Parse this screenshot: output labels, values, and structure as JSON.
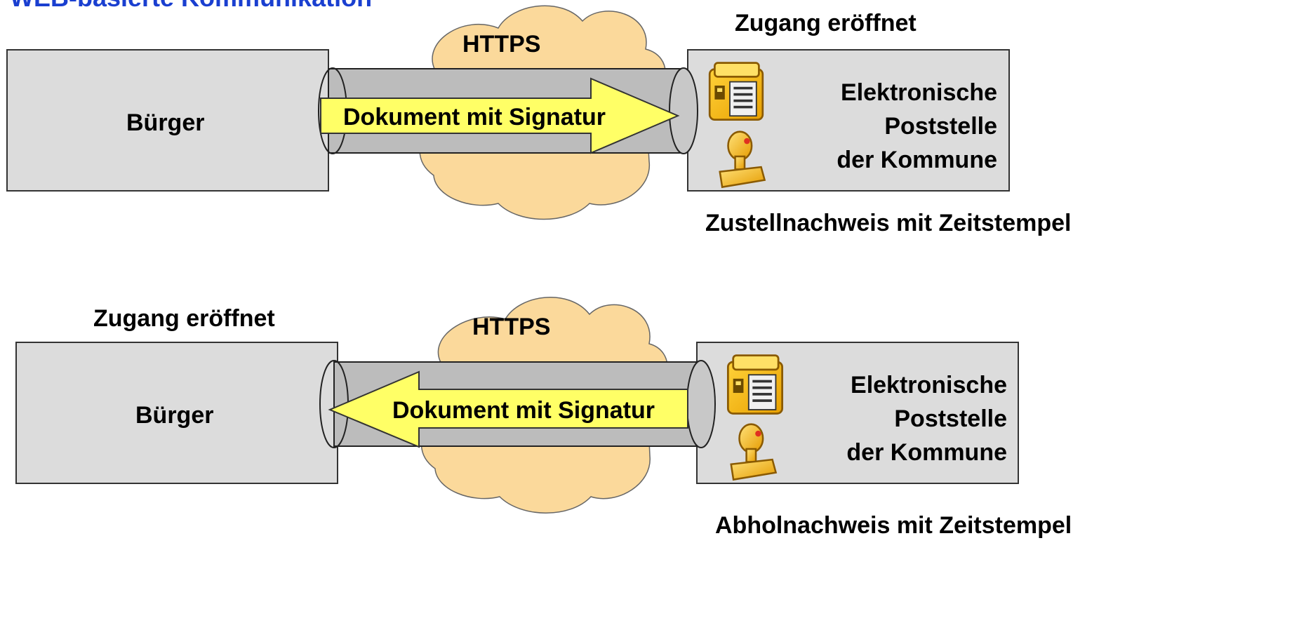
{
  "title": "WEB-basierte Kommunikation",
  "colors": {
    "box_fill": "#dcdcdc",
    "cloud_fill": "#fbd99b",
    "pipe_fill": "#bcbcbc",
    "arrow_fill": "#ffff66",
    "title_color": "#1a3fd0"
  },
  "top": {
    "left_box": "Bürger",
    "right_box": [
      "Elektronische",
      "Poststelle",
      "der Kommune"
    ],
    "cloud_label": "HTTPS",
    "arrow_label": "Dokument mit Signatur",
    "access_label": "Zugang eröffnet",
    "proof_label": "Zustellnachweis mit Zeitstempel"
  },
  "bottom": {
    "left_box": "Bürger",
    "right_box": [
      "Elektronische",
      "Poststelle",
      "der Kommune"
    ],
    "cloud_label": "HTTPS",
    "arrow_label": "Dokument mit Signatur",
    "access_label": "Zugang eröffnet",
    "proof_label": "Abholnachweis mit Zeitstempel"
  },
  "icons": [
    "mailbox-icon",
    "stamp-icon"
  ]
}
